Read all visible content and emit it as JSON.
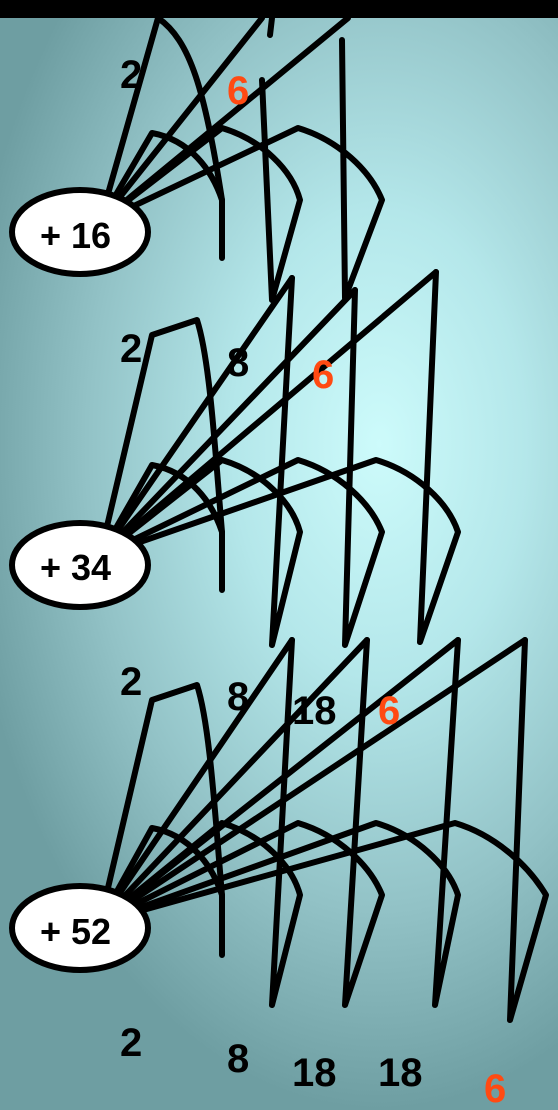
{
  "atoms": [
    {
      "nucleus_label": "+ 16",
      "shells": [
        {
          "electrons": "2",
          "highlight": false
        },
        {
          "electrons": "6",
          "highlight": true
        }
      ]
    },
    {
      "nucleus_label": "+ 34",
      "shells": [
        {
          "electrons": "2",
          "highlight": false
        },
        {
          "electrons": "8",
          "highlight": false
        },
        {
          "electrons": "6",
          "highlight": true
        }
      ]
    },
    {
      "nucleus_label": "+ 52",
      "shells": [
        {
          "electrons": "2",
          "highlight": false
        },
        {
          "electrons": "8",
          "highlight": false
        },
        {
          "electrons": "18",
          "highlight": false
        },
        {
          "electrons": "6",
          "highlight": true
        }
      ]
    },
    {
      "nucleus_label": "",
      "shells": [
        {
          "electrons": "2",
          "highlight": false
        },
        {
          "electrons": "8",
          "highlight": false
        },
        {
          "electrons": "18",
          "highlight": false
        },
        {
          "electrons": "18",
          "highlight": false
        },
        {
          "electrons": "6",
          "highlight": true
        }
      ]
    }
  ],
  "colors": {
    "ink": "#000000",
    "outer_shell_highlight": "#ff4a12",
    "nucleus_fill": "#ffffff"
  }
}
